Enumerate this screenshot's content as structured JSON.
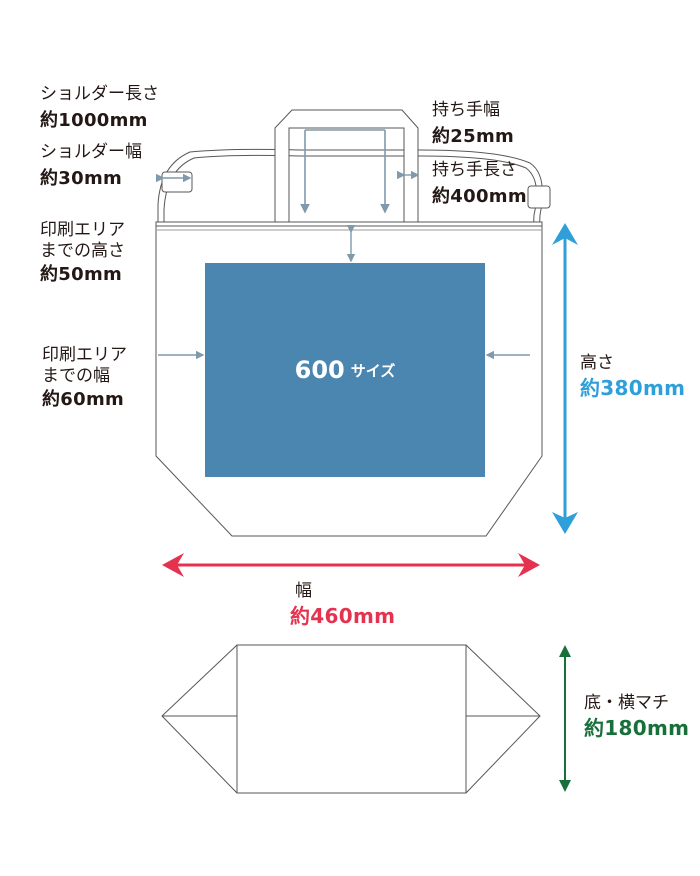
{
  "labels": {
    "shoulder_length": {
      "title": "ショルダー長さ",
      "value": "約1000mm"
    },
    "shoulder_width": {
      "title": "ショルダー幅",
      "value": "約30mm"
    },
    "print_area_height": {
      "line1": "印刷エリア",
      "line2": "までの高さ",
      "value": "約50mm"
    },
    "print_area_width": {
      "line1": "印刷エリア",
      "line2": "までの幅",
      "value": "約60mm"
    },
    "handle_width": {
      "title": "持ち手幅",
      "value": "約25mm"
    },
    "handle_length": {
      "title": "持ち手長さ",
      "value": "約400mm"
    },
    "height": {
      "title": "高さ",
      "value": "約380mm"
    },
    "width": {
      "title": "幅",
      "value": "約460mm"
    },
    "gusset": {
      "title": "底・横マチ",
      "value": "約180mm"
    }
  },
  "print_area": {
    "number": "600",
    "suffix": "サイズ",
    "color": "#4a86b0"
  },
  "colors": {
    "height_arrow": "#2e9fd8",
    "width_arrow": "#e5324f",
    "gusset_arrow": "#17703a",
    "dim_arrow": "#7f9aab",
    "outline": "#595757"
  }
}
